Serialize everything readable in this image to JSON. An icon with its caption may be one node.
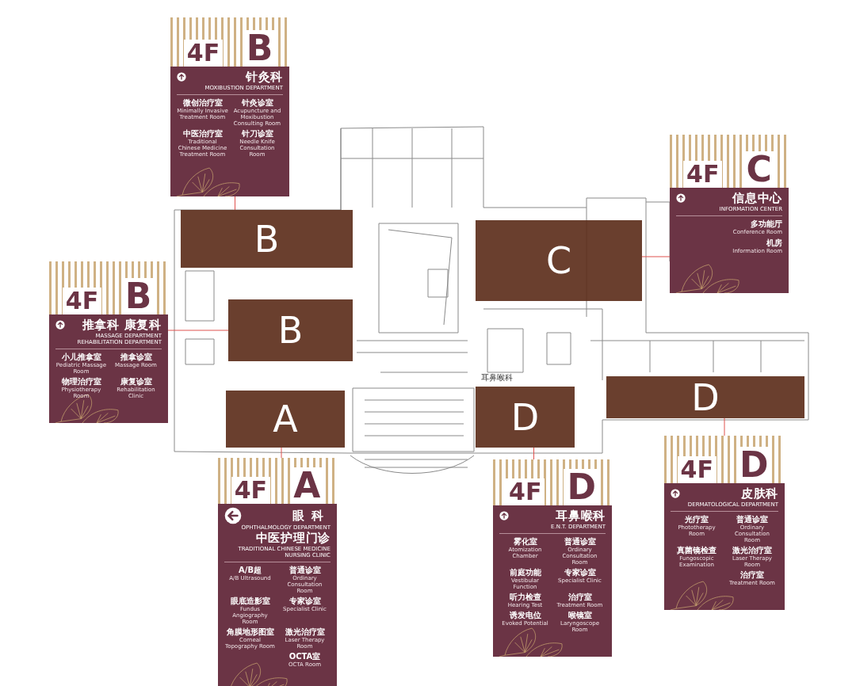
{
  "diagram": {
    "nodes": [
      {
        "text": [
          "4F",
          "B",
          "针灸科",
          "MOXIBUSTION DEPARTMENT",
          "微创治疗室",
          "Minimally Invasive Treatment Room",
          "针灸诊室",
          "Acupuncture and Moxibustion Consulting Room",
          "中医治疗室",
          "Traditional Chinese Medicine Treatment Room",
          "针刀诊室",
          "Needle Knife Consultation Room"
        ]
      },
      {
        "text": [
          "4F",
          "C",
          "信息中心",
          "INFORMATION CENTER",
          "多功能厅",
          "Conference Room",
          "机房",
          "Information Room"
        ]
      },
      {
        "text": [
          "B"
        ]
      },
      {
        "text": [
          "C"
        ]
      },
      {
        "text": [
          "4F",
          "B",
          "推拿科 康复科",
          "MASSAGE DEPARTMENT REHABILITATION DEPARTMENT",
          "小儿推拿室",
          "Pediatric Massage Room",
          "推拿诊室",
          "Massage Room",
          "物理治疗室",
          "Physiotherapy Room",
          "康复诊室",
          "Rehabilitation Clinic"
        ]
      },
      {
        "text": [
          "B"
        ]
      },
      {
        "text": [
          "D"
        ]
      },
      {
        "text": [
          "A"
        ]
      },
      {
        "text": [
          "D"
        ],
        "beside": [
          "耳鼻喉科"
        ]
      },
      {
        "text": [
          "4F",
          "A",
          "眼科",
          "OPHTHALMOLOGY DEPARTMENT",
          "中医护理门诊",
          "TRADITIONAL CHINESE MEDICINE NURSING CLINIC",
          "A/B超",
          "A/B Ultrasound",
          "普通诊室",
          "Ordinary Consultation Room",
          "眼底造影室",
          "Fundus Angiography Room",
          "专家诊室",
          "Specialist Clinic",
          "角膜地形图室",
          "Corneal Topography Room",
          "激光治疗室",
          "Laser Therapy Room",
          "OCTA室",
          "OCTA Room"
        ]
      },
      {
        "text": [
          "4F",
          "D",
          "耳鼻喉科",
          "E.N.T. DEPARTMENT",
          "雾化室",
          "Atomization Chamber",
          "普通诊室",
          "Ordinary Consultation Room",
          "前庭功能",
          "Vestibular Function",
          "专家诊室",
          "Specialist Clinic",
          "听力检查",
          "Hearing Test",
          "治疗室",
          "Treatment Room",
          "诱发电位",
          "Evoked Potential",
          "喉镜室",
          "Laryngoscope Room"
        ]
      },
      {
        "text": [
          "4F",
          "D",
          "皮肤科",
          "DERMATOLOGICAL DEPARTMENT",
          "光疗室",
          "Phototherapy Room",
          "普通诊室",
          "Ordinary Consultation Room",
          "真菌镜检查",
          "Fungoscopic Examination",
          "激光治疗室",
          "Laser Therapy Room",
          "治疗室",
          "Treatment Room"
        ]
      }
    ],
    "edges": [
      {
        "from": 0,
        "to": 2,
        "arrow": "none"
      },
      {
        "from": 1,
        "to": 3,
        "arrow": "none"
      },
      {
        "from": 4,
        "to": 5,
        "arrow": "none"
      },
      {
        "from": 9,
        "to": 7,
        "arrow": "none"
      },
      {
        "from": 10,
        "to": 8,
        "arrow": "none"
      },
      {
        "from": 11,
        "to": 6,
        "arrow": "none"
      }
    ]
  }
}
